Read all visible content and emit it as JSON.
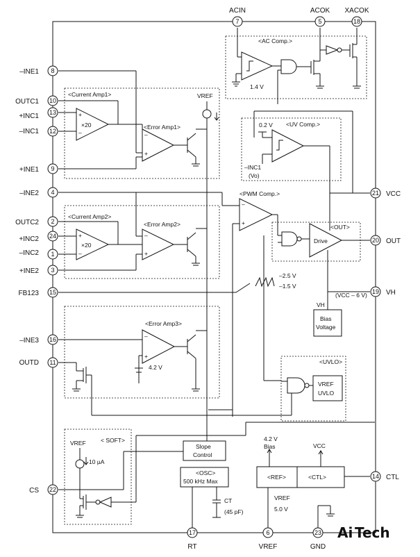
{
  "pins": {
    "acin": {
      "name": "ACIN",
      "num": "7"
    },
    "acok": {
      "name": "ACOK",
      "num": "5"
    },
    "xacok": {
      "name": "XACOK",
      "num": "18"
    },
    "ine1": {
      "name": "–INE1",
      "num": "8"
    },
    "outc1": {
      "name": "OUTC1",
      "num": "10"
    },
    "pinc1": {
      "name": "+INC1",
      "num": "13"
    },
    "minc1": {
      "name": "–INC1",
      "num": "12"
    },
    "pine1": {
      "name": "+INE1",
      "num": "9"
    },
    "ine2": {
      "name": "–INE2",
      "num": "4"
    },
    "outc2": {
      "name": "OUTC2",
      "num": "2"
    },
    "pinc2": {
      "name": "+INC2",
      "num": "24"
    },
    "minc2": {
      "name": "–INC2",
      "num": "1"
    },
    "pine2": {
      "name": "+INE2",
      "num": "3"
    },
    "fb123": {
      "name": "FB123",
      "num": "15"
    },
    "ine3": {
      "name": "–INE3",
      "num": "16"
    },
    "outd": {
      "name": "OUTD",
      "num": "11"
    },
    "cs": {
      "name": "CS",
      "num": "22"
    },
    "vcc": {
      "name": "VCC",
      "num": "21"
    },
    "out": {
      "name": "OUT",
      "num": "20"
    },
    "vh": {
      "name": "VH",
      "num": "19"
    },
    "ctl": {
      "name": "CTL",
      "num": "14"
    },
    "rt": {
      "name": "RT",
      "num": "17"
    },
    "vref": {
      "name": "VREF",
      "num": "6"
    },
    "gnd": {
      "name": "GND",
      "num": "23"
    }
  },
  "blocks": {
    "ac_comp": "<AC Comp.>",
    "ac_ref": "1.4 V",
    "current_amp1": "<Current Amp1>",
    "current_amp2": "<Current Amp2>",
    "gain": "×20",
    "error_amp1": "<Error Amp1>",
    "error_amp2": "<Error Amp2>",
    "error_amp3": "<Error Amp3>",
    "ea3_ref": "4.2 V",
    "vref_label": "VREF",
    "uv_comp": "<UV Comp.>",
    "uv_ref": "0.2 V",
    "uv_in1": "–INC1",
    "uv_in2": "(Vo)",
    "pwm_comp": "<PWM Comp.>",
    "out_block": "<OUT>",
    "drive": "Drive",
    "saw_hi": "–2.5 V",
    "saw_lo": "–1.5 V",
    "vh_eq": "(VCC – 6 V)",
    "vh_node": "VH",
    "bias1": "Bias",
    "bias2": "Voltage",
    "uvlo": "<UVLO>",
    "uvlo1": "VREF",
    "uvlo2": "UVLO",
    "soft": "< SOFT>",
    "soft_vref": "VREF",
    "soft_i": "10 µA",
    "slope1": "Slope",
    "slope2": "Control",
    "osc1": "<OSC>",
    "osc2": "500 kHz Max",
    "ct1": "CT",
    "ct2": "(45 pF)",
    "bias42a": "4.2 V",
    "bias42b": "Bias",
    "vcc_small": "VCC",
    "ref": "<REF>",
    "ctl": "<CTL>",
    "vref50a": "VREF",
    "vref50b": "5.0 V",
    "plus": "+",
    "minus": "–"
  },
  "logo": {
    "ai": "Ai",
    "tech": "Tech",
    "ai_color": "#2e9c3f",
    "tech_color": "#2b3a8f"
  }
}
